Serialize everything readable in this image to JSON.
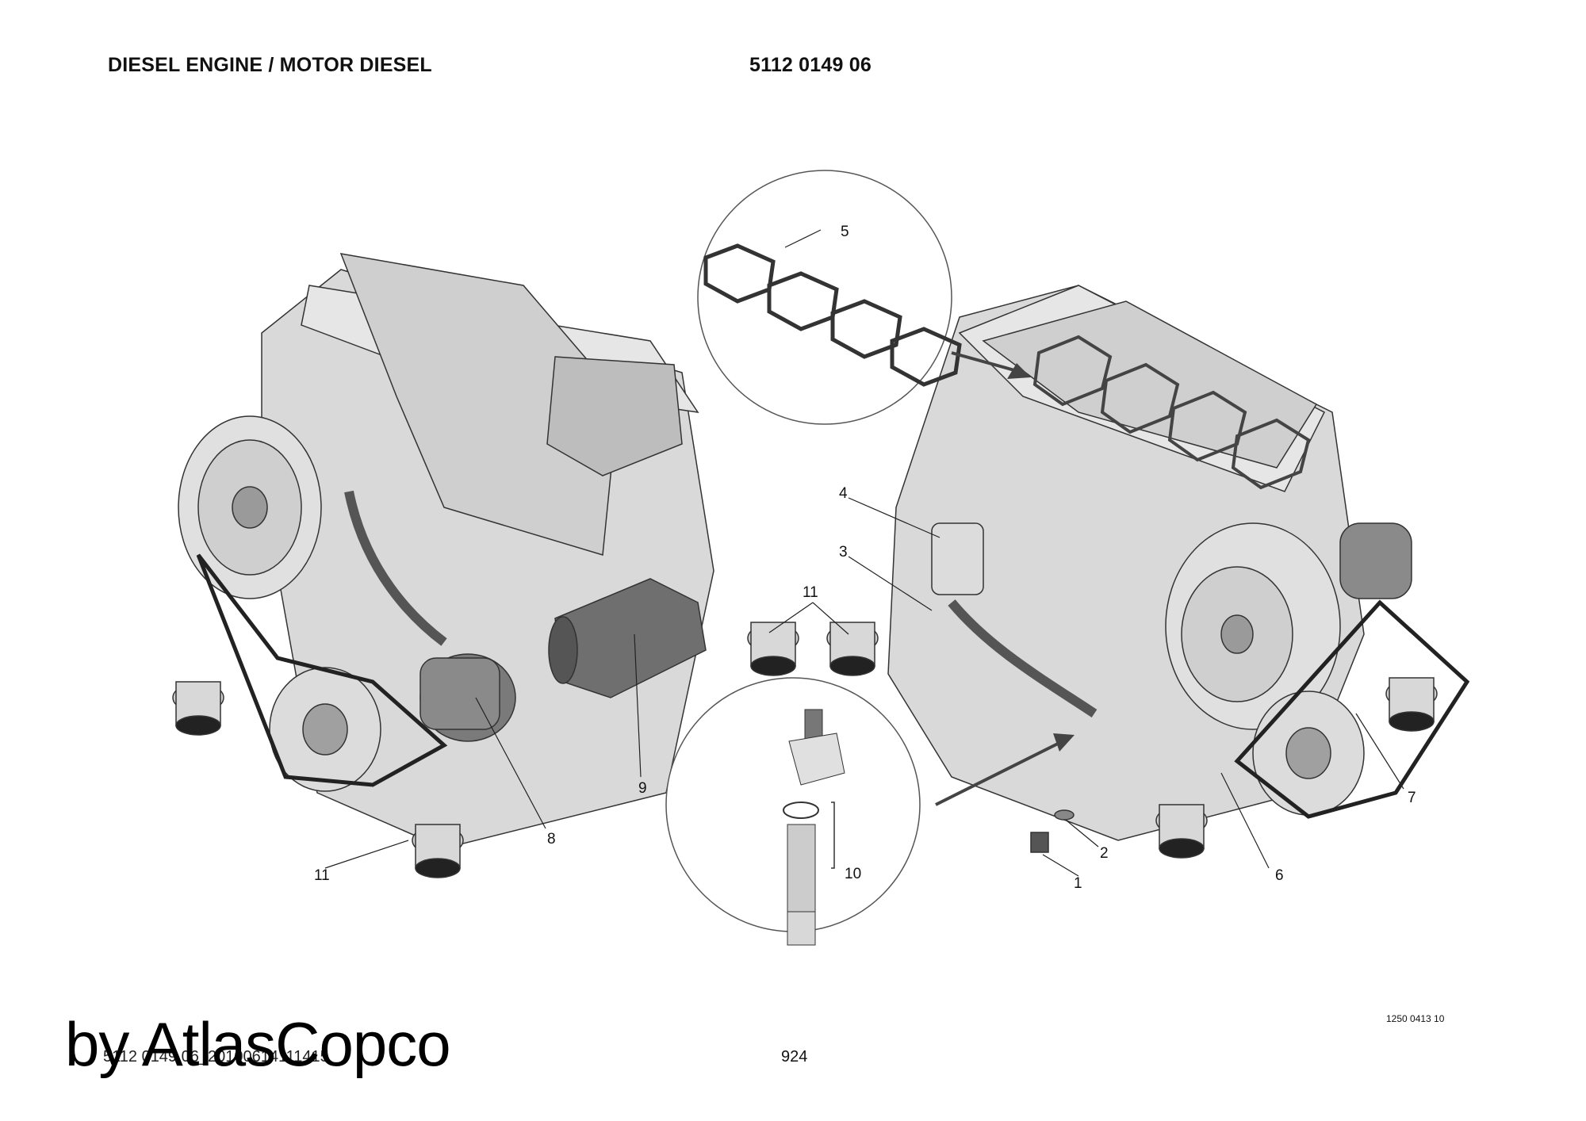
{
  "header": {
    "title": "DIESEL ENGINE / MOTOR DIESEL",
    "part_number": "5112 0149 06"
  },
  "callouts": {
    "c1": "1",
    "c2": "2",
    "c3": "3",
    "c4": "4",
    "c5": "5",
    "c6": "6",
    "c7": "7",
    "c8": "8",
    "c9": "9",
    "c10": "10",
    "c11a": "11",
    "c11b": "11"
  },
  "footer": {
    "drawing_ref": "1250 0413 10",
    "page_number": "924",
    "doc_code": "5112 0149 06_20100614111415",
    "watermark": "by AtlasCopco"
  },
  "colors": {
    "engine_fill": "#d9d9d9",
    "engine_dark": "#8a8a8a",
    "line": "#222222",
    "highlight": "#5a5a5a"
  }
}
